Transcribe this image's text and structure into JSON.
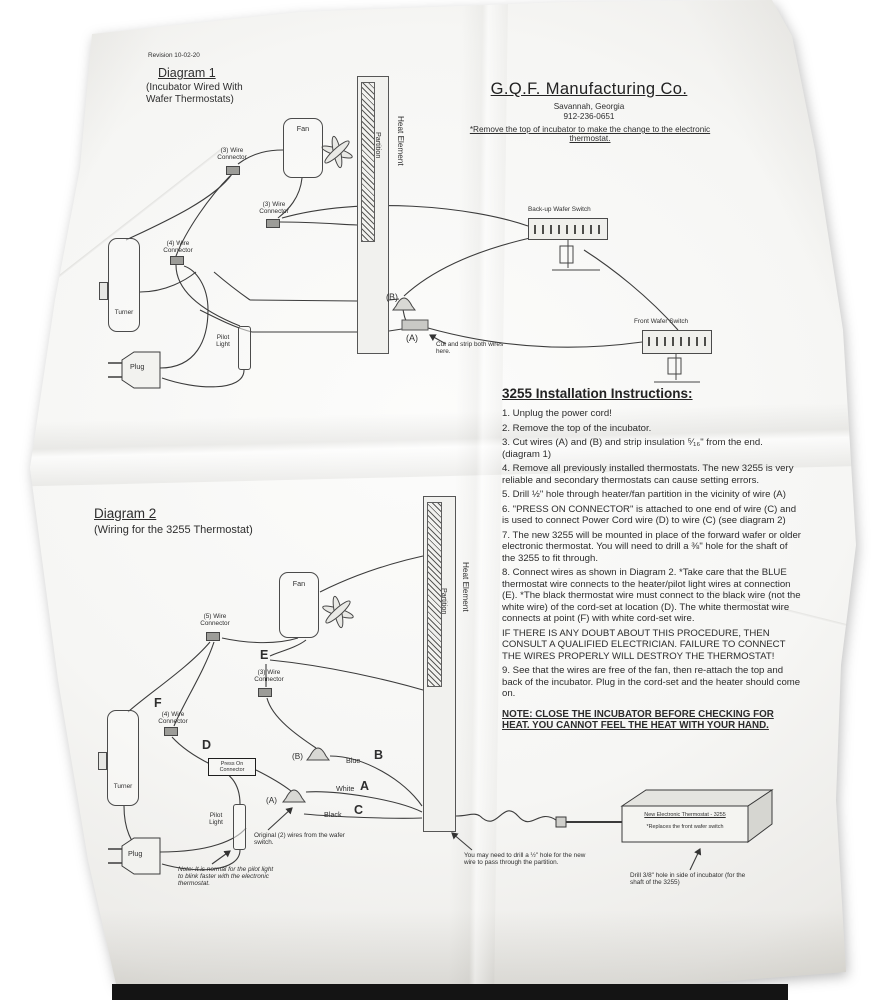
{
  "revision": "Revision 10-02-20",
  "header": {
    "company": "G.Q.F. Manufacturing Co.",
    "city": "Savannah, Georgia",
    "phone": "912-236-0651",
    "note": "*Remove the top of incubator to make the change to the electronic thermostat."
  },
  "d1": {
    "title": "Diagram 1",
    "sub1": "(Incubator Wired With",
    "sub2": "Wafer Thermostats)",
    "fan": "Fan",
    "conn3a": "(3) Wire Connector",
    "conn3b": "(3) Wire Connector",
    "conn4": "(4) Wire Connector",
    "turner": "Turner",
    "pilot": "Pilot Light",
    "plug": "Plug",
    "partition": "Partition",
    "heat": "Heat Element",
    "backup": "Back-up Wafer Switch",
    "front": "Front Wafer Switch",
    "a": "(A)",
    "b": "(B)",
    "cut": "Cut and strip both wires here."
  },
  "instructions": {
    "title": "3255 Installation Instructions:",
    "steps": [
      "1. Unplug the power cord!",
      "2. Remove the top of the incubator.",
      "3. Cut wires (A) and (B) and strip insulation ⁵⁄₁₆\" from the end. (diagram 1)",
      "4. Remove all previously installed thermostats. The new 3255 is very reliable and secondary thermostats can cause setting errors.",
      "5. Drill ½\" hole through heater/fan partition in the vicinity of wire (A)",
      "6. \"PRESS ON CONNECTOR\" is attached to one end of wire (C) and is used to connect Power Cord wire (D) to wire (C) (see diagram 2)",
      "7. The new 3255 will be mounted in place of the forward wafer or older electronic thermostat.  You will need to drill a ⅜\" hole for the shaft of the 3255 to fit through.",
      "8. Connect  wires as shown in Diagram 2.  *Take care that the BLUE thermostat wire connects to the heater/pilot light wires at connection (E). *The black thermostat wire must connect to the black wire (not the white wire) of the cord-set at location (D).  The white thermostat wire connects at point (F) with white cord-set wire.",
      "IF THERE IS ANY DOUBT ABOUT THIS PROCEDURE, THEN CONSULT A QUALIFIED ELECTRICIAN.  FAILURE TO CONNECT THE WIRES PROPERLY WILL DESTROY THE THERMOSTAT!",
      "9. See that the wires are free of the fan, then re-attach the top and back of the incubator.  Plug in the cord-set and the heater should come on."
    ],
    "note": "NOTE: CLOSE THE INCUBATOR BEFORE CHECKING FOR HEAT.  YOU CANNOT FEEL THE HEAT WITH YOUR HAND."
  },
  "d2": {
    "title": "Diagram 2",
    "sub": "(Wiring for the 3255 Thermostat)",
    "fan": "Fan",
    "conn5": "(5) Wire Connector",
    "conn3": "(3) Wire Connector",
    "conn4": "(4) Wire Connector",
    "e": "E",
    "f": "F",
    "d": "D",
    "press": "Press On Connector",
    "turner": "Turner",
    "pilot": "Pilot Light",
    "plug": "Plug",
    "partition": "Partition",
    "heat": "Heat Element",
    "b_paren": "(B)",
    "blue": "Blue",
    "b": "B",
    "a_paren": "(A)",
    "white": "White",
    "a": "A",
    "black": "Black",
    "c": "C",
    "original": "Original (2) wires from the wafer switch.",
    "pilot_note": "Note: It is normal for the pilot light to blink faster with the electronic thermostat.",
    "drill_partition": "You may need to drill a ½\" hole for the new wire to pass through the partition.",
    "thermo1": "New Electronic Thermostat - 3255",
    "thermo2": "*Replaces the front wafer switch",
    "drill_side": "Drill 3/8\" hole in side of incubator (for the shaft of the 3255)"
  }
}
